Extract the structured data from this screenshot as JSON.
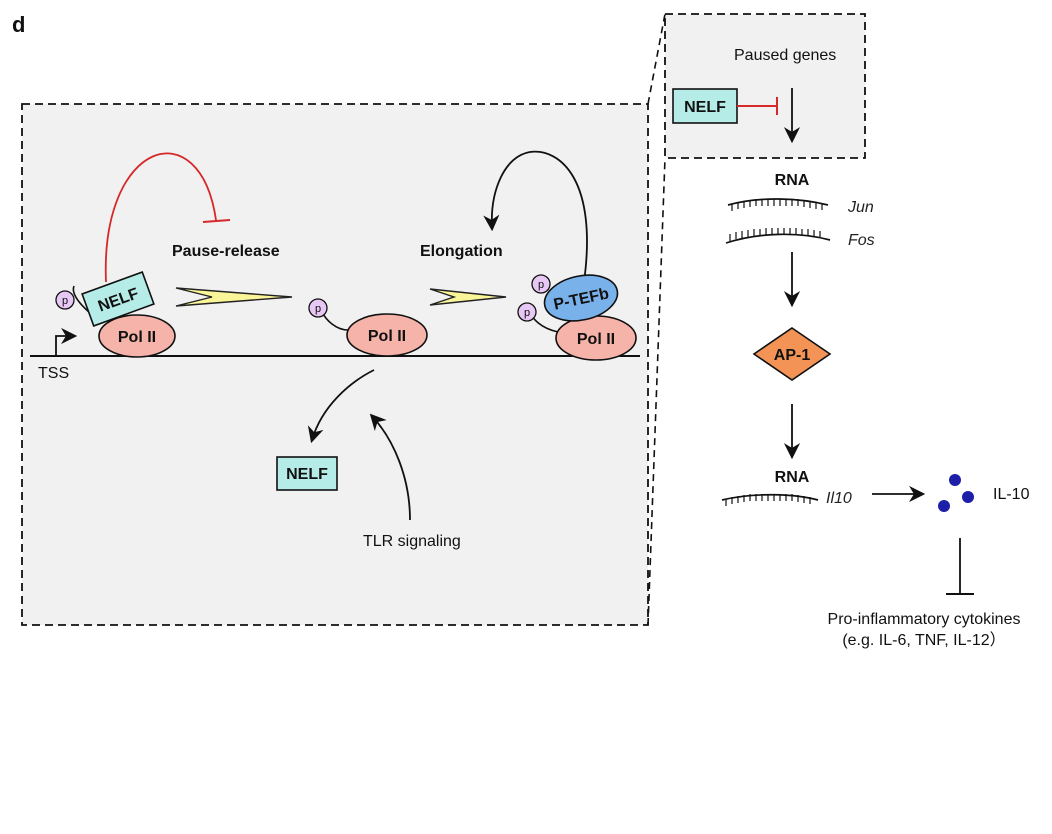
{
  "panel_label": "d",
  "colors": {
    "box_fill": "#f1f1f1",
    "nelf_fill": "#b6ece8",
    "polii_fill": "#f6b3a9",
    "ptefb_fill": "#79b1ea",
    "phospho_fill": "#e7c7f3",
    "ap1_fill": "#f39456",
    "inhibit_red": "#d62828",
    "chevron_fill": "#fbf59a",
    "cytokine_dot": "#1d1fa8"
  },
  "main": {
    "pol_ii_label": "Pol II",
    "nelf_label": "NELF",
    "ptefb_label": "P-TEFb",
    "phospho_label": "p",
    "pause_release_label": "Pause-release",
    "elongation_label": "Elongation",
    "tss_label": "TSS",
    "tlr_label": "TLR signaling"
  },
  "inset": {
    "paused_genes_label": "Paused genes",
    "nelf_label": "NELF"
  },
  "pathway": {
    "rna_label_1": "RNA",
    "gene_jun": "Jun",
    "gene_fos": "Fos",
    "ap1_label": "AP-1",
    "rna_label_2": "RNA",
    "gene_il10": "Il10",
    "il10_label": "IL-10",
    "cytokines_line1": "Pro-inflammatory cytokines",
    "cytokines_line2": "(e.g. IL-6, TNF, IL-12）"
  }
}
